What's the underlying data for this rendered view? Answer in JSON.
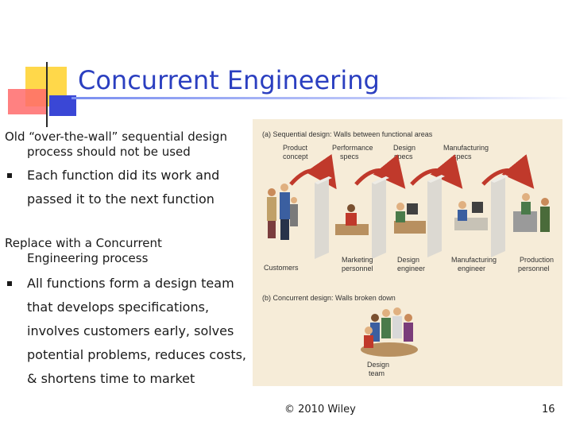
{
  "slide": {
    "title": "Concurrent Engineering",
    "point1_line1": "Old “over-the-wall” sequential design",
    "point1_line2": "process should not be used",
    "sub1_line1": "Each function did its work and",
    "sub1_line2": "passed it to the next function",
    "point2_line1": "Replace with a Concurrent",
    "point2_line2": "Engineering process",
    "sub2_lines": [
      "All functions form a design team",
      "that develops specifications,",
      "involves customers early, solves",
      "potential problems, reduces costs,",
      "& shortens time to market"
    ]
  },
  "figure": {
    "caption_a": "(a) Sequential design: Walls between functional areas",
    "top_labels": [
      [
        "Product",
        "concept"
      ],
      [
        "Performance",
        "specs"
      ],
      [
        "Design",
        "specs"
      ],
      [
        "Manufacturing",
        "specs"
      ]
    ],
    "bottom_labels": [
      [
        "Customers"
      ],
      [
        "Marketing",
        "personnel"
      ],
      [
        "Design",
        "engineer"
      ],
      [
        "Manufacturing",
        "engineer"
      ],
      [
        "Production",
        "personnel"
      ]
    ],
    "caption_b": "(b) Concurrent design: Walls broken down",
    "team_label": [
      "Design",
      "team"
    ]
  },
  "footer": {
    "copyright": "© 2010 Wiley",
    "page_number": "16"
  }
}
